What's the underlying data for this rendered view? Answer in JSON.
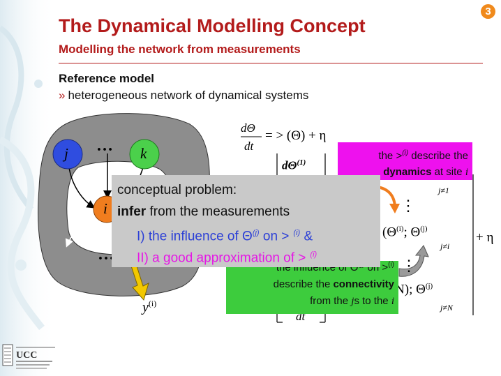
{
  "slide_number": "3",
  "title": "The Dynamical Modelling Concept",
  "subtitle": "Modelling the network from measurements",
  "section_heading": "Reference model",
  "bullet_mark": "»",
  "bullet_text": "heterogeneous network of dynamical systems",
  "diagram": {
    "node_j": "j",
    "node_k": "k",
    "node_i": "i",
    "ellipsis_top": "…",
    "ellipsis_bottom": "…",
    "output_label": "y",
    "output_superscript": "(i)"
  },
  "equations": {
    "top_lhs_num": "dΘ",
    "top_lhs_den": "dt",
    "top_rhs": "= > (Θ) + η",
    "vec_top_num": "dΘ",
    "vec_top_sup": "(1)",
    "vec_bot_den": "dt",
    "dots_vertical": "⋮",
    "row_mid_pre": "(Θ",
    "row_mid_sup1": "(i)",
    "row_mid_mid": "; Θ",
    "row_mid_sup2": "(j)",
    "row_mid_sub": "j≠i",
    "row_top_sub": "j≠1",
    "row_bot_pre": "N)",
    "row_bot_mid": "; Θ",
    "row_bot_sup": "(j)",
    "row_bot_sub": "j≠N",
    "plus_eta": "+ η"
  },
  "callout_magenta": {
    "line1_pre": "the",
    "line1_sym": ">",
    "line1_sup": "(i)",
    "line1_post": "describe the",
    "line2_bold": "dynamics",
    "line2_post": "at site",
    "line2_var": "i"
  },
  "callout_green": {
    "line1": "the influence of Θ",
    "line1_sup": "(j)",
    "line1_post": "on >",
    "line1_sup2": "(i)",
    "line2_pre": "describe the",
    "line2_bold": "connectivity",
    "line3_pre": "from the",
    "line3_var_j": "j",
    "line3_mid": "s to the",
    "line3_var_i": "i"
  },
  "problem_box": {
    "line1": "conceptual problem:",
    "line2_bold": "infer",
    "line2_rest": " from the measurements",
    "line3": "I) the influence of Θ",
    "line3_sup": "(j)",
    "line3_mid": " on  >",
    "line3_sup2": "(i)",
    "line3_end": " &",
    "line4": "II) a good approximation of  >",
    "line4_sup": "(i)"
  },
  "logo_text": "UCC",
  "colors": {
    "title": "#b31b1b",
    "node_blue": "#2f4de0",
    "node_green": "#4bd04b",
    "node_orange": "#f07d1e",
    "callout_magenta": "#ee11ee",
    "callout_green": "#3dcc3d",
    "problem_box": "#c9c9c9",
    "problem_blue": "#2b3fd6",
    "problem_magenta": "#e516e5",
    "output_arrow": "#f2c800"
  }
}
